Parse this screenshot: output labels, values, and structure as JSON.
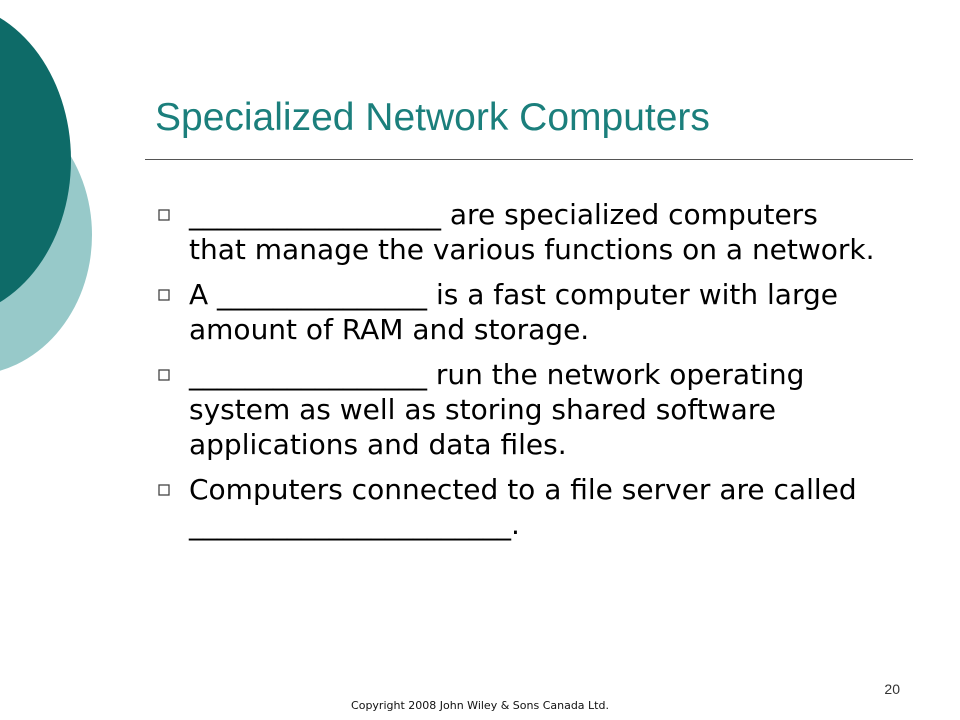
{
  "slide": {
    "title": "Specialized Network Computers",
    "bullets": [
      "__________________ are specialized computers that manage the various functions on a network.",
      "A _______________ is a fast computer with large amount of RAM and storage.",
      "_________________ run the network operating system as well as storing shared software applications and data files.",
      "Computers connected to a file server are called _______________________."
    ],
    "bullet_icon": "square-outline-bullet",
    "page_number": "20",
    "copyright": "Copyright 2008 John Wiley & Sons Canada Ltd."
  },
  "colors": {
    "title": "#1b7f7c",
    "decor_dark": "#0e6b68",
    "decor_light": "#97c9c9"
  }
}
